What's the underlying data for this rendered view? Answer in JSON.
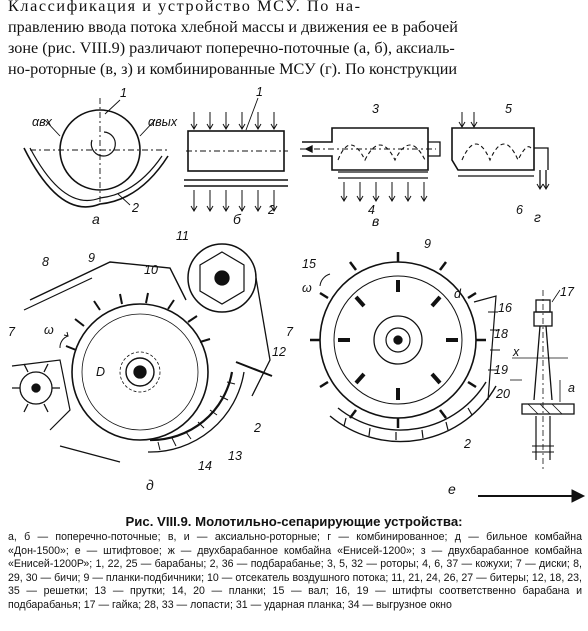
{
  "paragraph": {
    "lines": [
      "Классификация и устройство МСУ. По на-",
      "правлению ввода потока хлебной массы и движения ее в рабочей",
      "зоне (рис. VIII.9) различают поперечно-поточные (а, б), аксиаль-",
      "но-роторные (в, з) и комбинированные МСУ (г). По конструкции"
    ]
  },
  "figure": {
    "sub_labels": {
      "a": "а",
      "b": "б",
      "v": "в",
      "g": "г",
      "d": "д",
      "e": "е"
    },
    "alpha_in": "αвх",
    "alpha_out": "αвых",
    "numbers": [
      "1",
      "2",
      "3",
      "4",
      "5",
      "6",
      "7",
      "8",
      "9",
      "10",
      "11",
      "12",
      "13",
      "14",
      "15",
      "16",
      "17",
      "18",
      "19",
      "20",
      "x",
      "a",
      "ω",
      "D",
      "d"
    ]
  },
  "caption": {
    "title": "Рис. VIII.9. Молотильно-сепарирующие устройства:",
    "legend": "а, б — поперечно-поточные; в, и — аксиально-роторные; г — комбинированное; д — бильное комбайна «Дон-1500»; е — штифтовое; ж — двухбарабанное комбайна «Енисей-1200»; з — двухбарабанное комбайна «Енисей-1200Р»; 1, 22, 25 — барабаны; 2, 36 — подбарабанье; 3, 5, 32 — роторы; 4, 6, 37 — кожухи; 7 — диски; 8, 29, 30 — бичи; 9 — планки-подбичники; 10 — отсекатель воздушного потока; 11, 21, 24, 26, 27 — битеры; 12, 18, 23, 35 — решетки; 13 — прутки; 14, 20 — планки; 15 — вал; 16, 19 — штифты соответственно барабана и подбарабанья; 17 — гайка; 28, 33 — лопасти; 31 — ударная планка; 34 — выгрузное окно"
  }
}
